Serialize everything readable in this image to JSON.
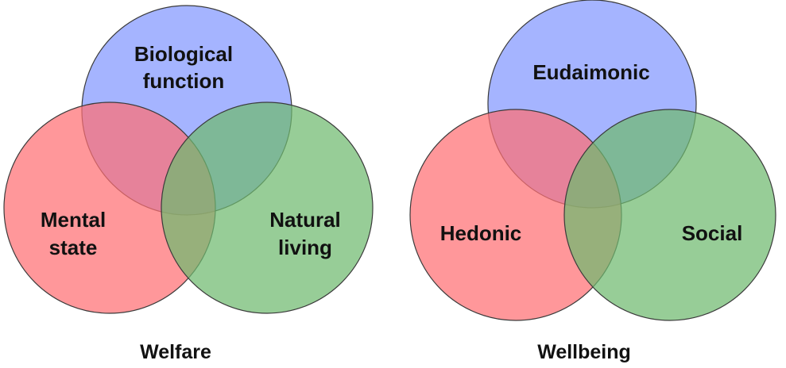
{
  "colors": {
    "background": "#ffffff",
    "blue": "#99aaff",
    "red": "#ff6f73",
    "green": "#7fc47f",
    "outline": "#3a3a3a",
    "text": "#111111"
  },
  "welfare": {
    "caption": "Welfare",
    "top": {
      "line1": "Biological",
      "line2": "function"
    },
    "left": {
      "line1": "Mental",
      "line2": "state"
    },
    "right": {
      "line1": "Natural",
      "line2": "living"
    }
  },
  "wellbeing": {
    "caption": "Wellbeing",
    "top": {
      "line1": "Eudaimonic"
    },
    "left": {
      "line1": "Hedonic"
    },
    "right": {
      "line1": "Social"
    }
  }
}
